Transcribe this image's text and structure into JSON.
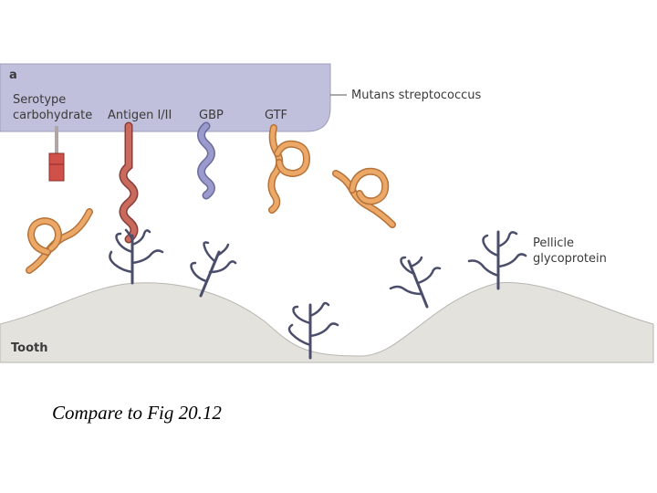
{
  "panel_letter": "a",
  "labels": {
    "serotype_line1": "Serotype",
    "serotype_line2": "carbohydrate",
    "antigen": "Antigen I/II",
    "gbp": "GBP",
    "gtf": "GTF",
    "bacterium": "Mutans streptococcus",
    "pellicle_line1": "Pellicle",
    "pellicle_line2": "glycoprotein",
    "tooth": "Tooth"
  },
  "caption": "Compare to Fig 20.12",
  "colors": {
    "cell": "#c0c0dc",
    "tooth": "#e4e2dd",
    "antigen": "#b85a50",
    "gbp": "#8585b8",
    "gtf": "#e9a05c",
    "glycoprotein": "#4a4e6a"
  }
}
